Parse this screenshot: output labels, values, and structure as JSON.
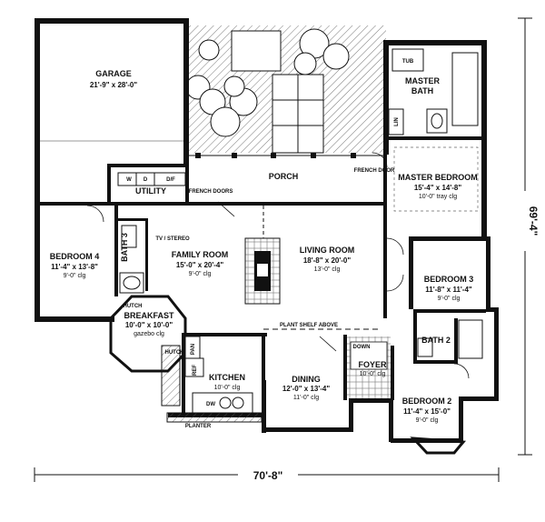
{
  "rooms": {
    "garage": {
      "name": "GARAGE",
      "size": "21'-9\" x 28'-0\""
    },
    "porch": {
      "name": "PORCH"
    },
    "utility": {
      "name": "UTILITY"
    },
    "master_bath": {
      "name_1": "MASTER",
      "name_2": "BATH"
    },
    "master_bedroom": {
      "name": "MASTER BEDROOM",
      "size": "15'-4\" x 14'-8\"",
      "ceiling": "10'-0\" tray clg"
    },
    "bedroom4": {
      "name": "BEDROOM 4",
      "size": "11'-4\" x 13'-8\"",
      "ceiling": "9'-0\" clg"
    },
    "bath3": {
      "name": "BATH 3"
    },
    "family_room": {
      "name": "FAMILY ROOM",
      "size": "15'-0\" x 20'-4\"",
      "ceiling": "9'-0\" clg"
    },
    "living_room": {
      "name": "LIVING ROOM",
      "size": "18'-8\" x 20'-0\"",
      "ceiling": "13'-0\" clg"
    },
    "bedroom3": {
      "name": "BEDROOM 3",
      "size": "11'-8\" x 11'-4\"",
      "ceiling": "9'-0\" clg"
    },
    "breakfast": {
      "name": "BREAKFAST",
      "size": "10'-0\" x 10'-0\"",
      "ceiling": "gazebo clg"
    },
    "kitchen": {
      "name": "KITCHEN",
      "ceiling": "10'-0\" clg"
    },
    "dining": {
      "name": "DINING",
      "size": "12'-0\" x 13'-4\"",
      "ceiling": "11'-0\" clg"
    },
    "foyer": {
      "name": "FOYER",
      "ceiling": "10'-0\" clg"
    },
    "bath2": {
      "name": "BATH 2"
    },
    "bedroom2": {
      "name": "BEDROOM 2",
      "size": "11'-4\" x 15'-0\"",
      "ceiling": "9'-0\" clg"
    }
  },
  "labels": {
    "tub": "TUB",
    "lin": "LIN",
    "wd_w": "W",
    "wd_d": "D",
    "wd_df": "D/F",
    "french_doors": "FRENCH DOORS",
    "french_door": "FRENCH DOOR",
    "tv_stereo": "TV / STEREO",
    "fireplace": "FP",
    "hutch_1": "HUTCH",
    "hutch_2": "HUTCH",
    "pan": "PAN",
    "ref": "REF",
    "dw": "DW",
    "plant_shelf": "PLANT SHELF ABOVE",
    "down": "DOWN",
    "planter": "PLANTER"
  },
  "dimensions": {
    "width": "70'-8\"",
    "depth": "69'-4\""
  }
}
